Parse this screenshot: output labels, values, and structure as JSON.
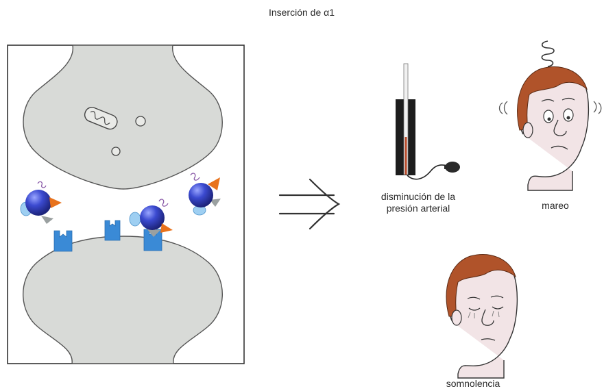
{
  "title": "Inserción de α1",
  "labels": {
    "blood_pressure": [
      "disminución de la",
      "presión arterial"
    ],
    "dizziness": "mareo",
    "drowsiness": "somnolencia"
  },
  "icons": {
    "arrow": "implies-arrow-icon",
    "gauge": "sphygmomanometer-icon",
    "dizzy_face": "dizzy-face-icon",
    "sleepy_face": "sleepy-face-icon",
    "drug": "drug-molecule-icon",
    "receptor": "receptor-icon",
    "mitochondrion": "mitochondrion-icon",
    "vesicle": "vesicle-icon"
  },
  "colors": {
    "neuron_fill": "#d8dad7",
    "receptor": "#3a8ad6",
    "molecule": "#3b4ad0",
    "molecule_cap": "#e8721c",
    "hair": "#b0532a",
    "skin": "#f2e4e6",
    "mercury": "#b84a2a"
  }
}
